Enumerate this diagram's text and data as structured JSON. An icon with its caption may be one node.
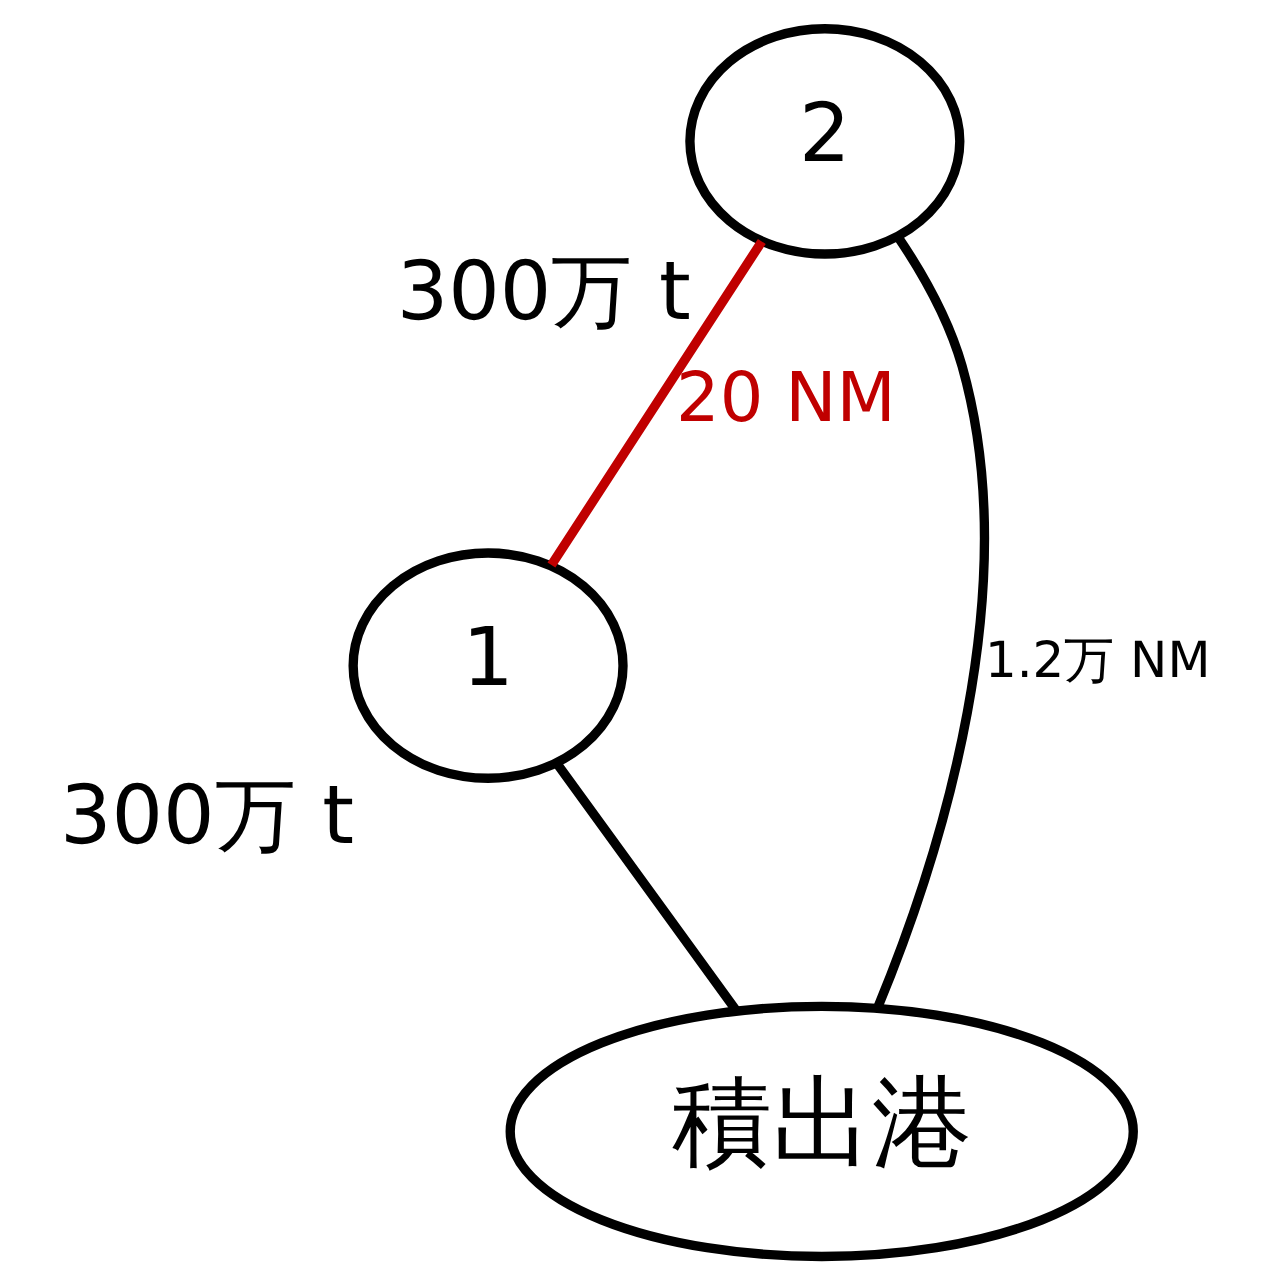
{
  "diagram": {
    "nodes": [
      {
        "text": [
          "1"
        ],
        "beside": [
          "300万 t"
        ]
      },
      {
        "text": [
          "2"
        ],
        "beside": [
          "300万 t"
        ]
      },
      {
        "text": [
          "積出港"
        ]
      }
    ],
    "edges": [
      {
        "from": 2,
        "to": 0,
        "arrow": "none"
      },
      {
        "from": 2,
        "to": 1,
        "arrow": "none",
        "label": "1.2万 NM"
      },
      {
        "from": 0,
        "to": 1,
        "arrow": "none",
        "label": "20 NM",
        "color": "#c00000"
      }
    ]
  }
}
